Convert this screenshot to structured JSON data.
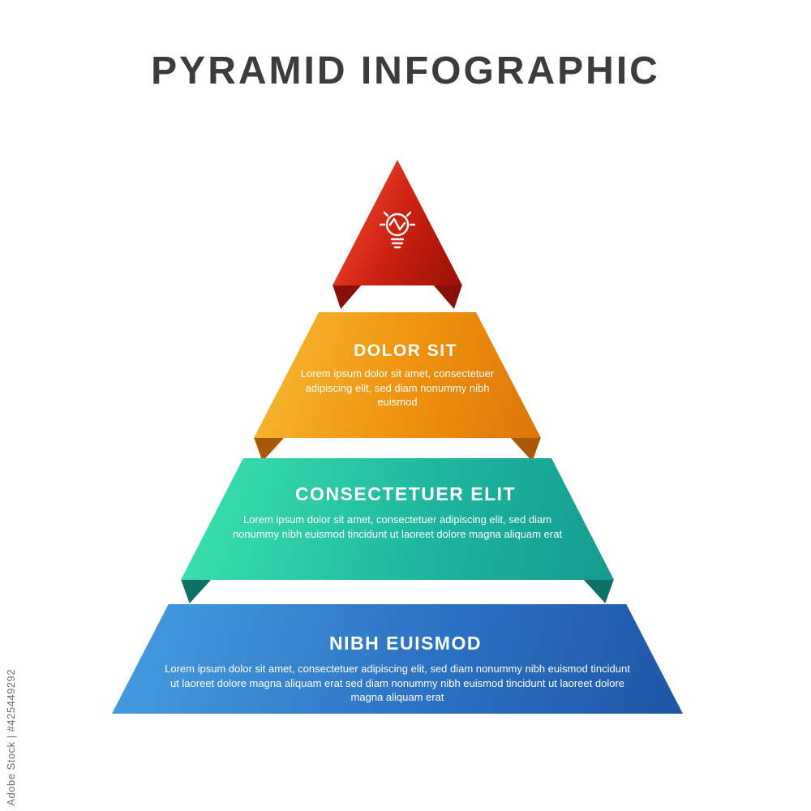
{
  "title": "PYRAMID INFOGRAPHIC",
  "watermark": "Adobe Stock | #425449292",
  "pyramid": {
    "levels": [
      {
        "name": "level-1-top",
        "icon": "lightbulb-pulse-icon",
        "colors": {
          "start": "#f35138",
          "end": "#9e1206",
          "fold": "#8a1007"
        }
      },
      {
        "name": "level-2",
        "heading": "DOLOR SIT",
        "body": "Lorem ipsum dolor sit amet, consectetuer adipiscing elit, sed diam nonummy nibh euismod",
        "colors": {
          "start": "#f6b62f",
          "end": "#dd7508",
          "fold": "#a85806"
        }
      },
      {
        "name": "level-3",
        "heading": "CONSECTETUER ELIT",
        "body": "Lorem ipsum dolor sit amet, consectetuer adipiscing elit, sed diam nonummy nibh euismod tincidunt ut laoreet dolore magna aliquam erat",
        "colors": {
          "start": "#3ae0ad",
          "end": "#149b90",
          "fold": "#0c7065"
        }
      },
      {
        "name": "level-4",
        "heading": "NIBH EUISMOD",
        "body": "Lorem ipsum dolor sit amet, consectetuer adipiscing elit, sed diam nonummy nibh euismod tincidunt ut laoreet dolore magna aliquam erat sed diam nonummy nibh euismod tincidunt ut laoreet dolore magna aliquam erat",
        "colors": {
          "start": "#449ade",
          "end": "#1e55a6",
          "fold": ""
        }
      }
    ]
  }
}
